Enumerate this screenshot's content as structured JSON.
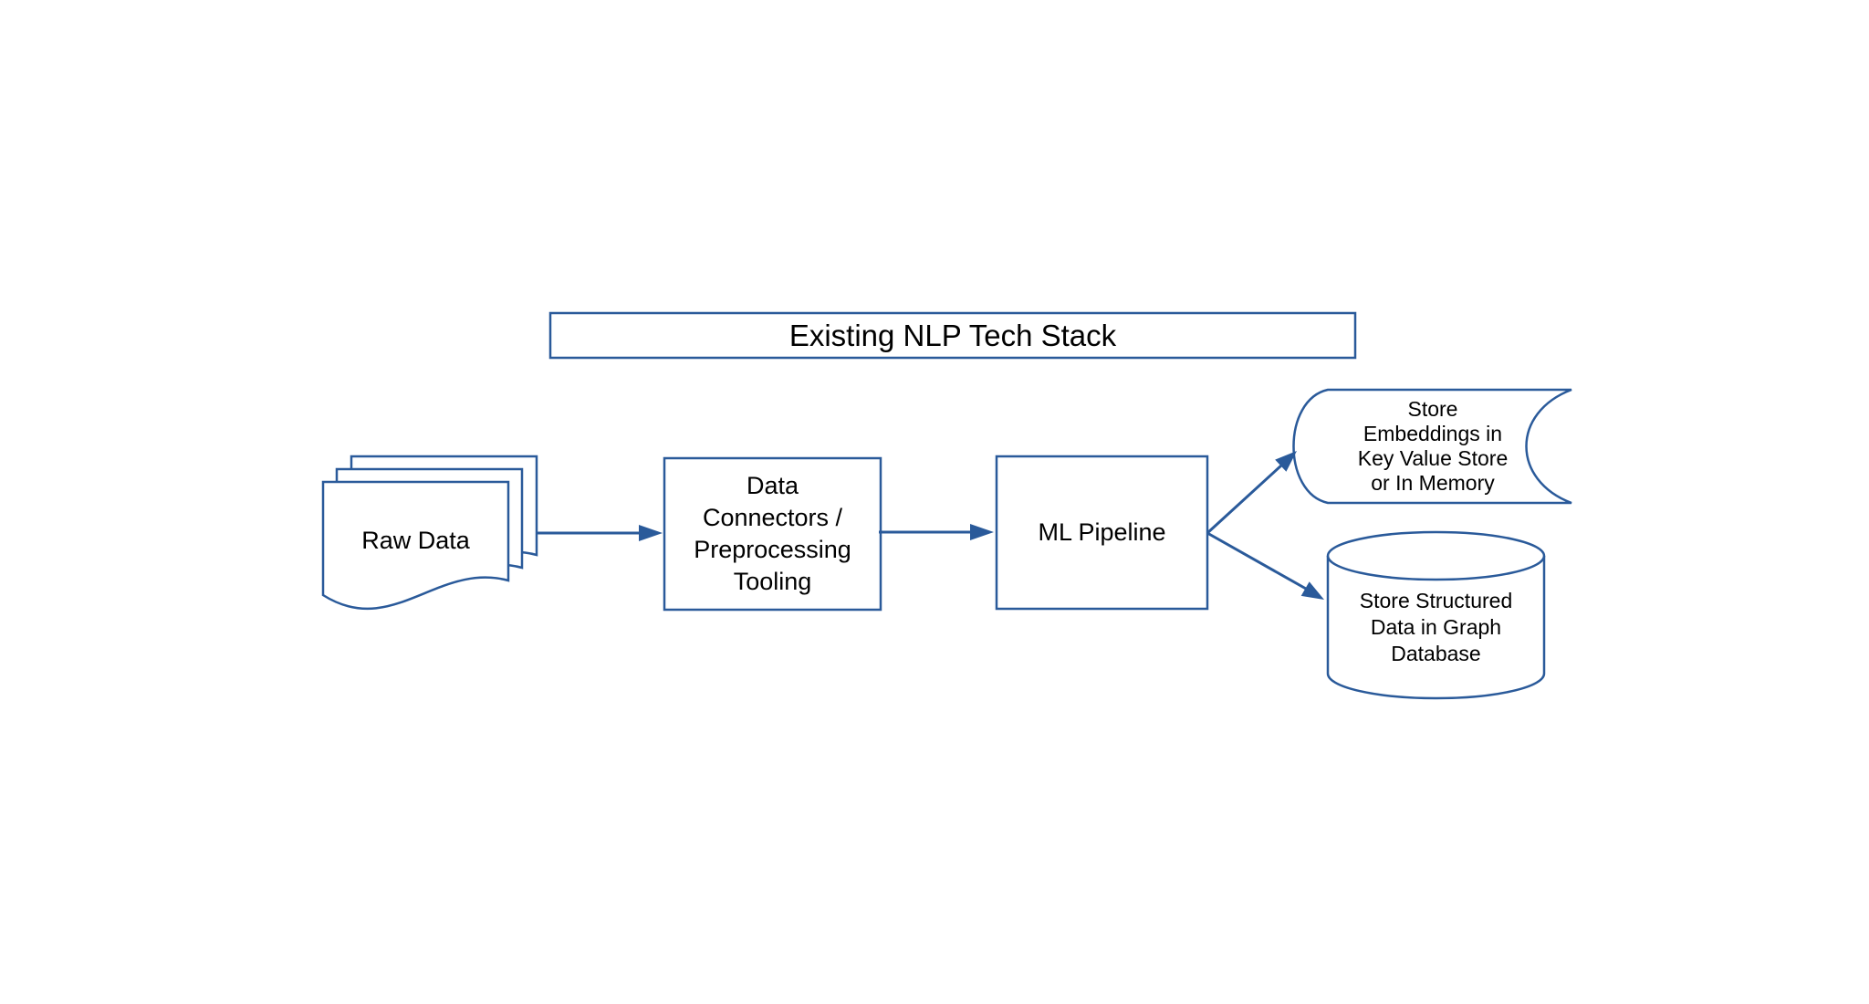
{
  "colors": {
    "line": "#2a5a9a",
    "text": "#000000",
    "background": "#ffffff"
  },
  "title": {
    "text": "Existing NLP Tech Stack"
  },
  "nodes": {
    "raw_data": {
      "label": "Raw Data",
      "shape": "multi-document"
    },
    "data_connectors": {
      "label": "Data\nConnectors /\nPreprocessing\nTooling",
      "shape": "process-box"
    },
    "ml_pipeline": {
      "label": "ML Pipeline",
      "shape": "process-box"
    },
    "key_value_store": {
      "label": "Store\nEmbeddings in\nKey Value Store\nor In Memory",
      "shape": "stored-data"
    },
    "graph_database": {
      "label": "Store Structured\nData in Graph\nDatabase",
      "shape": "database-cylinder"
    }
  },
  "edges": [
    {
      "from": "raw_data",
      "to": "data_connectors"
    },
    {
      "from": "data_connectors",
      "to": "ml_pipeline"
    },
    {
      "from": "ml_pipeline",
      "to": "key_value_store"
    },
    {
      "from": "ml_pipeline",
      "to": "graph_database"
    }
  ]
}
